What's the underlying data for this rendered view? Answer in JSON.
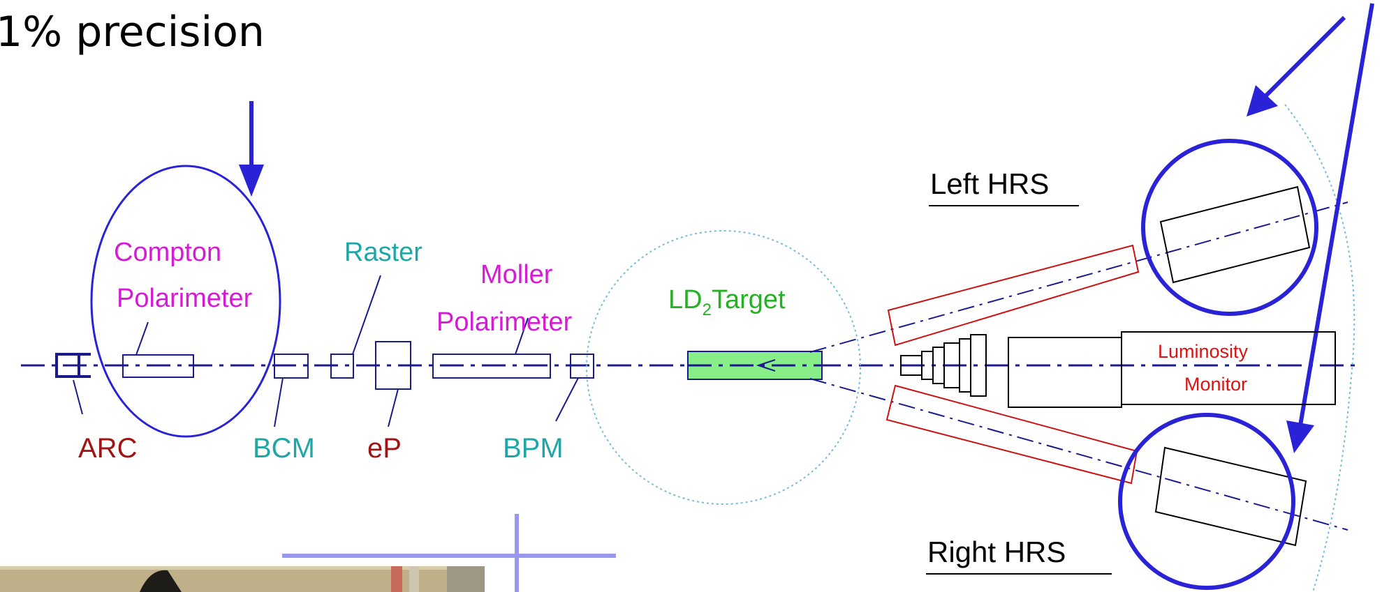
{
  "title": "1% precision",
  "labels": {
    "compton_line1": "Compton",
    "compton_line2": "Polarimeter",
    "raster": "Raster",
    "moller_line1": "Moller",
    "moller_line2": "Polarimeter",
    "target_prefix": "LD",
    "target_sub": "2",
    "target_suffix": "Target",
    "arc": "ARC",
    "bcm": "BCM",
    "ep": "eP",
    "bpm": "BPM",
    "left_hrs": "Left HRS",
    "right_hrs": "Right HRS",
    "lumi_line1": "Luminosity",
    "lumi_line2": "Monitor"
  },
  "colors": {
    "beamline": "#1a1a8c",
    "component_blue": "#1a1a8c",
    "arrow_highlight": "#2a22d6",
    "magenta": "#d41cd4",
    "teal": "#1fa6a6",
    "dark_red": "#a01414",
    "green": "#22b222",
    "target_fill": "#88ee88",
    "spectrometer_red": "#cc1111",
    "lumi_red": "#dd1111",
    "dashed_circle": "#77bbdd",
    "crosshair": "#9898ee",
    "photo_wall": "#bfb08a"
  }
}
